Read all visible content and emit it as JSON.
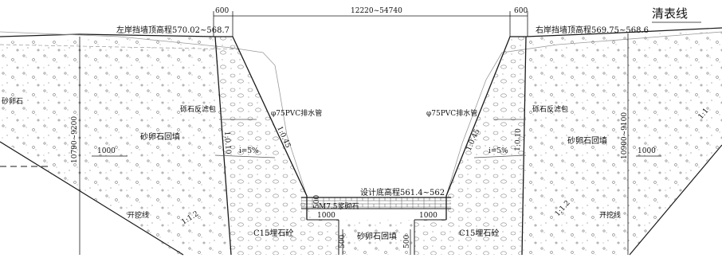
{
  "dimensions": {
    "left_top_width": "600",
    "channel_top_width": "12220~54740",
    "right_top_width": "600",
    "left_height": "10790~9200",
    "right_height": "10900~9100",
    "left_berm": "1000",
    "right_berm": "1000",
    "bottom_left": "1000",
    "bottom_right": "1000",
    "bottom_thickness": "500",
    "foundation_left": "500",
    "foundation_right": "500"
  },
  "elevations": {
    "left_wall_top": "左岸挡墙顶高程570.02~568.7",
    "right_wall_top": "右岸挡墙顶高程569.75~568.6",
    "design_bottom": "设计底高程561.4~562"
  },
  "labels": {
    "clear_surface_line": "清表线",
    "left_filter": "砾石反滤包",
    "right_filter": "砾石反滤包",
    "left_drain": "φ75PVC排水管",
    "right_drain": "φ75PVC排水管",
    "left_backfill": "砂卵石回填",
    "right_backfill": "砂卵石回填",
    "bottom_backfill": "砂卵石回填",
    "left_slope_inner": "1:0.45",
    "left_slope_outer": "1:0.10",
    "right_slope_inner": "1:0.45",
    "right_slope_outer": "1:0.10",
    "left_grade": "i=5%",
    "right_grade": "i=5%",
    "bottom_masonry": "M7.5浆砌石",
    "left_concrete": "C15埋石砼",
    "right_concrete": "C15埋石砼",
    "left_excavation": "开挖线",
    "right_excavation": "开挖线",
    "left_excavation_slope": "1:1.2",
    "right_excavation_slope": "1:1.2",
    "right_far_slope": "1:1",
    "left_edge_material": "砂卵石"
  },
  "colors": {
    "line": "#1a1a1a",
    "hatch": "#7a7a7a",
    "thin": "#9a9a9a"
  }
}
